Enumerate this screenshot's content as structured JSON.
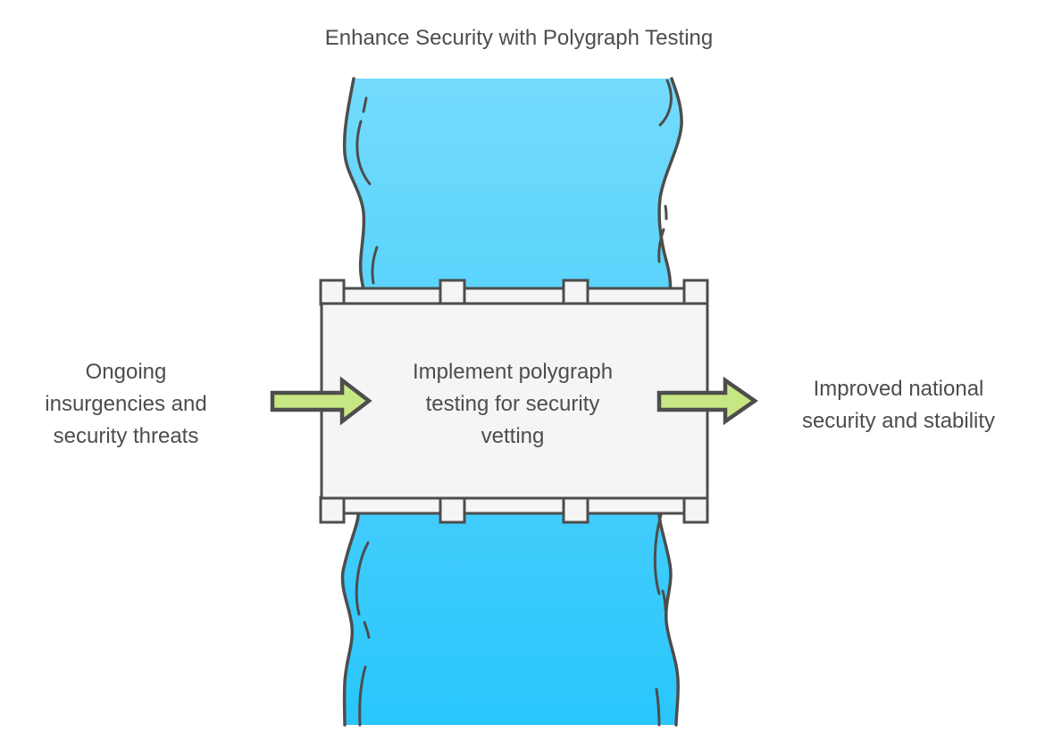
{
  "title": "Enhance Security with Polygraph Testing",
  "flow": {
    "input": {
      "lines": [
        "Ongoing",
        "insurgencies and",
        "security threats"
      ]
    },
    "process": {
      "lines": [
        "Implement polygraph",
        "testing for security",
        "vetting"
      ]
    },
    "output": {
      "lines": [
        "Improved national",
        "security and stability"
      ]
    }
  },
  "colors": {
    "background": "#ffffff",
    "text": "#4d4d4d",
    "outline": "#4d4d4d",
    "river_top": "#74dbfc",
    "river_bottom": "#29c6fc",
    "structure_fill": "#f5f5f5",
    "arrow_fill": "#c6e783"
  }
}
